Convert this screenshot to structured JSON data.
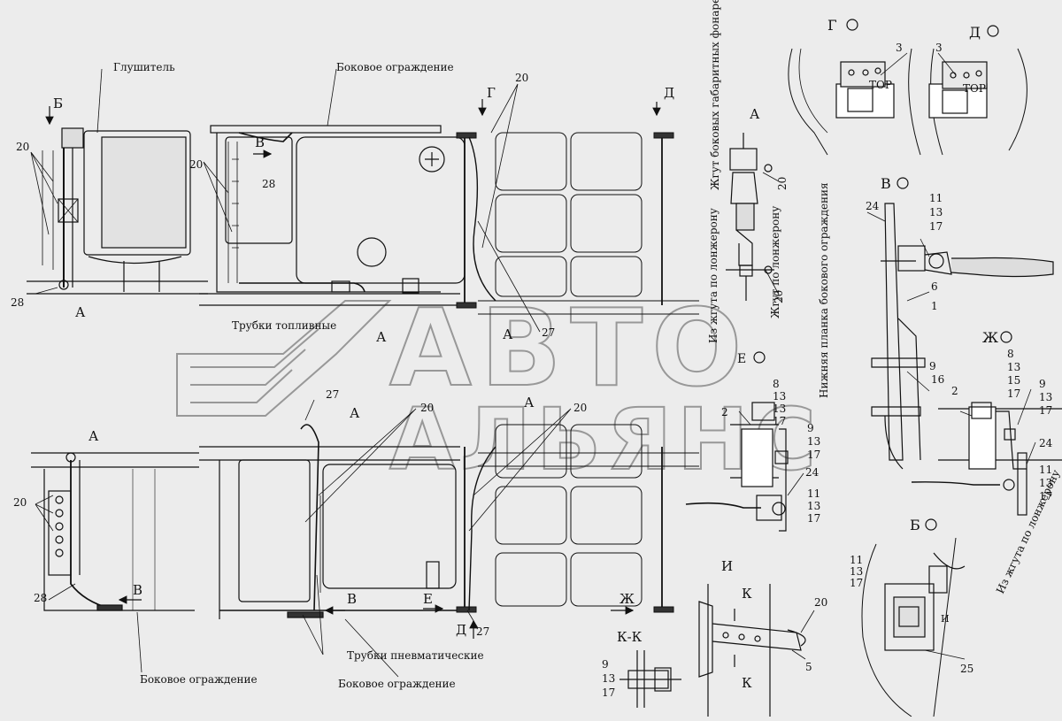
{
  "labels": {
    "muffler": "Глушитель",
    "side_guard_top": "Боковое ограждение",
    "side_guard_bl": "Боковое ограждение",
    "side_guard_bm": "Боковое ограждение",
    "fuel_tubes": "Трубки топливные",
    "pneu_tubes": "Трубки пневматические",
    "harness_side": "Жгут боковых габаритных фонарей",
    "from_harness_1": "Из жгута по лонжерону",
    "harness_to_spar": "Жгут по лонжерону",
    "lower_plank": "Нижняя планка бокового ограждения",
    "from_harness_2": "Из жгута по лонжерону",
    "tor_1": "ТОР",
    "tor_2": "ТОР"
  },
  "views": {
    "A": "А",
    "B": "Б",
    "V": "В",
    "G": "Г",
    "D": "Д",
    "E": "Е",
    "Zh": "Ж",
    "I": "И",
    "K": "К",
    "KK": "К-К",
    "G_O": "Г",
    "D_O": "Д",
    "V_O": "В",
    "E_O": "Е",
    "Zh_O": "Ж",
    "B_O": "Б"
  },
  "numbers": {
    "n20": "20",
    "n28": "28",
    "n27": "27",
    "n3": "3",
    "n24": "24",
    "n11": "11",
    "n13": "13",
    "n17": "17",
    "n6": "6",
    "n1": "1",
    "n9": "9",
    "n16": "16",
    "n8": "8",
    "n2": "2",
    "n15": "15",
    "n5": "5",
    "n25": "25"
  },
  "watermark": {
    "line1": "АВТО",
    "line2": "АЛЬЯНС"
  }
}
